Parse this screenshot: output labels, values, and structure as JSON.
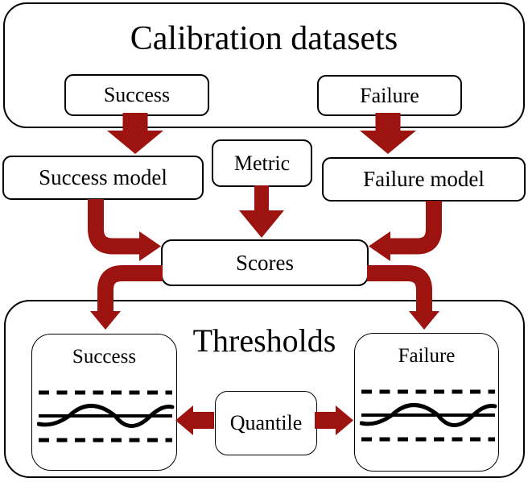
{
  "colors": {
    "arrow": "#9d1310"
  },
  "calibration": {
    "title": "Calibration datasets",
    "success_label": "Success",
    "failure_label": "Failure"
  },
  "pipeline": {
    "success_model_label": "Success model",
    "metric_label": "Metric",
    "failure_model_label": "Failure model",
    "scores_label": "Scores"
  },
  "thresholds": {
    "title": "Thresholds",
    "success_label": "Success",
    "failure_label": "Failure",
    "quantile_label": "Quantile"
  }
}
